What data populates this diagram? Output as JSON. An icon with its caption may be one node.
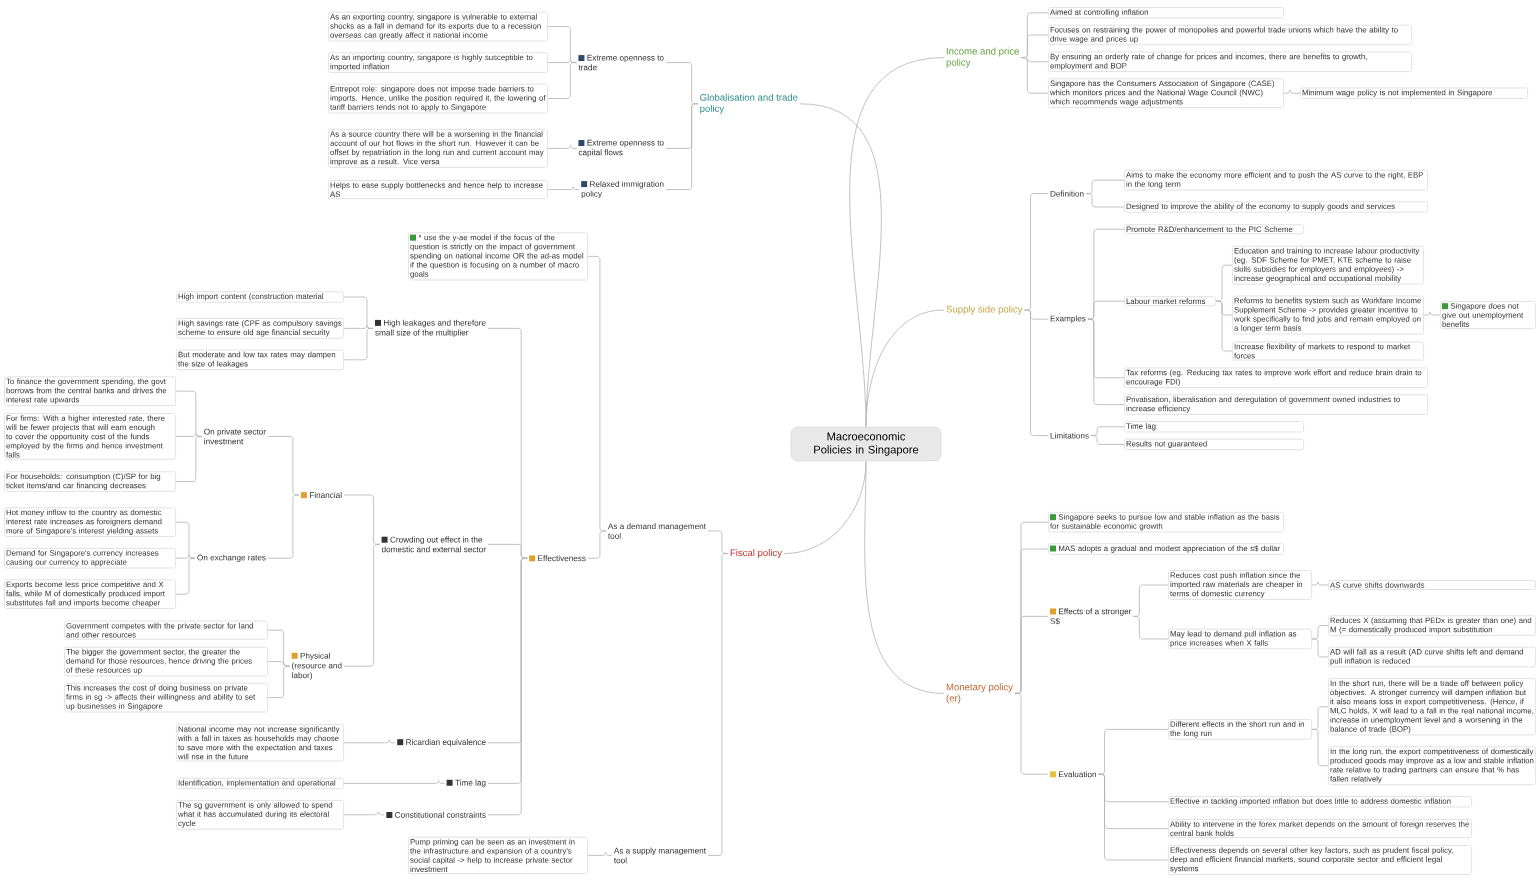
{
  "diagram": {
    "nodes": [
      {
        "text": [
          "Macroeconomic Policies in Singapore"
        ]
      },
      {
        "text": [
          "Globalisation and trade policy"
        ]
      },
      {
        "text": [
          "Extreme openness to trade"
        ]
      },
      {
        "text": [
          "As an exporting country, singapore is vulnerable to external shocks as a fall in demand for its exports due to a recession overseas can greatly affect it national income"
        ]
      },
      {
        "text": [
          "As an importing country, singapore is highly susceptible to imported inflation"
        ]
      },
      {
        "text": [
          "Entrepot role: singapore does not impose trade barriers to imports. Hence, unlike the position required it, the lowering of tariff barriers tends not to apply to Singapore"
        ]
      },
      {
        "text": [
          "Extreme openness to capital flows"
        ]
      },
      {
        "text": [
          "As a source country there will be a worsening in the financial account of our hot flows in the short run. However it can be offset by repatriation in the long run and current account may improve as a result. Vice versa"
        ]
      },
      {
        "text": [
          "Relaxed immigration policy"
        ]
      },
      {
        "text": [
          "Helps to ease supply bottlenecks and hence help to increase AS"
        ]
      },
      {
        "text": [
          "Income and price policy"
        ]
      },
      {
        "text": [
          "Aimed at controlling inflation"
        ]
      },
      {
        "text": [
          "Focuses on restraining the power of monopolies and powerful trade unions which have the ability to drive wage and prices up"
        ]
      },
      {
        "text": [
          "By ensuring an orderly rate of change for prices and incomes, there are benefits to growth, employment and BOP"
        ]
      },
      {
        "text": [
          "Singapore has the Consumers Association of Singapore (CASE) which monitors prices and the National Wage Council (NWC) which recommends wage adjustments"
        ]
      },
      {
        "text": [
          "Minimum wage policy is not implemented in Singapore"
        ]
      },
      {
        "text": [
          "Supply side policy"
        ]
      },
      {
        "text": [
          "Definition"
        ]
      },
      {
        "text": [
          "Aims to make the economy more efficient and to push the AS curve to the right, EBP in the long term"
        ]
      },
      {
        "text": [
          "Designed to improve the ability of the economy to supply goods and services"
        ]
      },
      {
        "text": [
          "Examples"
        ]
      },
      {
        "text": [
          "Promote R&D/enhancement to the PIC Scheme"
        ]
      },
      {
        "text": [
          "Labour market reforms"
        ]
      },
      {
        "text": [
          "Education and training to increase labour productivity (eg. SDF Scheme for PMET, KTE scheme to raise skills subsidies for employers and employees) -> increase geographical and occupational mobility"
        ]
      },
      {
        "text": [
          "Reforms to benefits system such as Workfare Income Supplement Scheme -> provides greater incentive to work specifically to find jobs and remain employed on a longer term basis"
        ]
      },
      {
        "text": [
          "Singapore does not give out unemployment benefits"
        ]
      },
      {
        "text": [
          "Increase flexibility of markets to respond to market forces"
        ]
      },
      {
        "text": [
          "Tax reforms (eg. Reducing tax rates to improve work effort and reduce brain drain to encourage FDI)"
        ]
      },
      {
        "text": [
          "Privatisation, liberalisation and deregulation of government owned industries to increase efficiency"
        ]
      },
      {
        "text": [
          "Limitations"
        ]
      },
      {
        "text": [
          "Time lag"
        ]
      },
      {
        "text": [
          "Results not guaranteed"
        ]
      },
      {
        "text": [
          "Monetary policy (er)"
        ]
      },
      {
        "text": [
          "Singapore seeks to pursue low and stable inflation as the basis for sustainable economic growth"
        ]
      },
      {
        "text": [
          "MAS adopts a gradual and modest appreciation of the s$ dollar"
        ]
      },
      {
        "text": [
          "Effects of a stronger S$"
        ]
      },
      {
        "text": [
          "Reduces cost push inflation since the imported raw materials are cheaper in terms of domestic currency"
        ]
      },
      {
        "text": [
          "AS curve shifts downwards"
        ]
      },
      {
        "text": [
          "May lead to demand pull inflation as price increases when X falls"
        ]
      },
      {
        "text": [
          "Reduces X (assuming that PEDx is greater than one) and M (= domestically produced import substitution"
        ]
      },
      {
        "text": [
          "AD will fall as a result (AD curve shifts left and demand pull inflation is reduced"
        ]
      },
      {
        "text": [
          "Evaluation"
        ]
      },
      {
        "text": [
          "Different effects in the short run and in the long run"
        ]
      },
      {
        "text": [
          "In the short run, there will be a trade off between policy objectives. A stronger currency will dampen inflation but it also means loss in export competitiveness. (Hence, if MLC holds, X will lead to a fall in the real national income, increase in unemployment level and a worsening in the balance of trade (BOP)"
        ]
      },
      {
        "text": [
          "In the long run, the export competitiveness of domestically produced goods may improve as a low and stable inflation rate relative to trading partners can ensure that % has fallen relatively"
        ]
      },
      {
        "text": [
          "Effective in tackling imported inflation but does little to address domestic inflation"
        ]
      },
      {
        "text": [
          "Ability to intervene in the forex market depends on the amount of foreign reserves the central bank holds"
        ]
      },
      {
        "text": [
          "Effectiveness depends on several other key factors, such as prudent fiscal policy, deep and efficient financial markets, sound corporate sector and efficient legal systems"
        ]
      },
      {
        "text": [
          "Fiscal policy"
        ]
      },
      {
        "text": [
          "As a demand management tool"
        ]
      },
      {
        "text": [
          "* use the y-ae model if the focus of the question is strictly on the impact of government spending on national income OR the ad-as model if the question is focusing on a number of macro goals"
        ]
      },
      {
        "text": [
          "Effectiveness"
        ]
      },
      {
        "text": [
          "High leakages and therefore small size of the multiplier"
        ]
      },
      {
        "text": [
          "High import content (construction material"
        ]
      },
      {
        "text": [
          "High savings rate (CPF as compulsory savings scheme to ensure old age financial security"
        ]
      },
      {
        "text": [
          "But moderate and low tax rates may dampen the size of leakages"
        ]
      },
      {
        "text": [
          "Crowding out effect in the domestic and external sector"
        ]
      },
      {
        "text": [
          "Financial"
        ]
      },
      {
        "text": [
          "On private sector investment"
        ]
      },
      {
        "text": [
          "To finance the government spending, the govt borrows from the central banks and drives the interest rate upwards"
        ]
      },
      {
        "text": [
          "For firms: With a higher interested rate, there will be fewer projects that will earn enough to cover the opportunity cost of the funds employed by the firms and hence investment falls"
        ]
      },
      {
        "text": [
          "For households: consumption (C)/SP for big ticket items/and car financing decreases"
        ]
      },
      {
        "text": [
          "On exchange rates"
        ]
      },
      {
        "text": [
          "Hot money inflow to the country as domestic interest rate increases as foreigners demand more of Singapore's interest yielding assets"
        ]
      },
      {
        "text": [
          "Demand for Singapore's currency increases causing our currency to appreciate"
        ]
      },
      {
        "text": [
          "Exports become less price competitive and X falls, while M of domestically produced import substitutes fall and imports become cheaper"
        ]
      },
      {
        "text": [
          "Physical (resource and labor)"
        ]
      },
      {
        "text": [
          "Government competes with the private sector for land and other resources"
        ]
      },
      {
        "text": [
          "The bigger the government sector, the greater the demand for those resources, hence driving the prices of these resources up"
        ]
      },
      {
        "text": [
          "This increases the cost of doing business on private firms in sg -> affects their willingness and ability to set up businesses in Singapore"
        ]
      },
      {
        "text": [
          "Ricardian equivalence"
        ]
      },
      {
        "text": [
          "National income may not increase significantly with a fall in taxes as households may choose to save more with the expectation and taxes will rise in the future"
        ]
      },
      {
        "text": [
          "Time lag"
        ]
      },
      {
        "text": [
          "Identification, implementation and operational"
        ]
      },
      {
        "text": [
          "Constitutional constraints"
        ]
      },
      {
        "text": [
          "The sg government is only allowed to spend what it has accumulated during its electoral cycle"
        ]
      },
      {
        "text": [
          "As a supply management tool"
        ]
      },
      {
        "text": [
          "Pump priming can be seen as an investment in the infrastructure and expansion of a country's social capital -> help to increase private sector investment"
        ]
      }
    ],
    "edges": [
      {
        "from": 0,
        "to": 1,
        "arrow": "none"
      },
      {
        "from": 0,
        "to": 10,
        "arrow": "none"
      },
      {
        "from": 0,
        "to": 16,
        "arrow": "none"
      },
      {
        "from": 0,
        "to": 32,
        "arrow": "none"
      },
      {
        "from": 0,
        "to": 48,
        "arrow": "none"
      },
      {
        "from": 1,
        "to": 2,
        "arrow": "none"
      },
      {
        "from": 1,
        "to": 6,
        "arrow": "none"
      },
      {
        "from": 1,
        "to": 8,
        "arrow": "none"
      },
      {
        "from": 2,
        "to": 3,
        "arrow": "none"
      },
      {
        "from": 2,
        "to": 4,
        "arrow": "none"
      },
      {
        "from": 2,
        "to": 5,
        "arrow": "none"
      },
      {
        "from": 6,
        "to": 7,
        "arrow": "none"
      },
      {
        "from": 8,
        "to": 9,
        "arrow": "none"
      },
      {
        "from": 10,
        "to": 11,
        "arrow": "none"
      },
      {
        "from": 10,
        "to": 12,
        "arrow": "none"
      },
      {
        "from": 10,
        "to": 13,
        "arrow": "none"
      },
      {
        "from": 10,
        "to": 14,
        "arrow": "none"
      },
      {
        "from": 14,
        "to": 15,
        "arrow": "none"
      },
      {
        "from": 16,
        "to": 17,
        "arrow": "none"
      },
      {
        "from": 16,
        "to": 20,
        "arrow": "none"
      },
      {
        "from": 16,
        "to": 29,
        "arrow": "none"
      },
      {
        "from": 17,
        "to": 18,
        "arrow": "none"
      },
      {
        "from": 17,
        "to": 19,
        "arrow": "none"
      },
      {
        "from": 20,
        "to": 21,
        "arrow": "none"
      },
      {
        "from": 20,
        "to": 22,
        "arrow": "none"
      },
      {
        "from": 20,
        "to": 27,
        "arrow": "none"
      },
      {
        "from": 20,
        "to": 28,
        "arrow": "none"
      },
      {
        "from": 22,
        "to": 23,
        "arrow": "none"
      },
      {
        "from": 22,
        "to": 24,
        "arrow": "none"
      },
      {
        "from": 22,
        "to": 26,
        "arrow": "none"
      },
      {
        "from": 24,
        "to": 25,
        "arrow": "none"
      },
      {
        "from": 29,
        "to": 30,
        "arrow": "none"
      },
      {
        "from": 29,
        "to": 31,
        "arrow": "none"
      },
      {
        "from": 32,
        "to": 33,
        "arrow": "none"
      },
      {
        "from": 32,
        "to": 34,
        "arrow": "none"
      },
      {
        "from": 32,
        "to": 35,
        "arrow": "none"
      },
      {
        "from": 32,
        "to": 41,
        "arrow": "none"
      },
      {
        "from": 35,
        "to": 36,
        "arrow": "none"
      },
      {
        "from": 35,
        "to": 38,
        "arrow": "none"
      },
      {
        "from": 36,
        "to": 37,
        "arrow": "none"
      },
      {
        "from": 38,
        "to": 39,
        "arrow": "none"
      },
      {
        "from": 38,
        "to": 40,
        "arrow": "none"
      },
      {
        "from": 41,
        "to": 42,
        "arrow": "none"
      },
      {
        "from": 41,
        "to": 45,
        "arrow": "none"
      },
      {
        "from": 41,
        "to": 46,
        "arrow": "none"
      },
      {
        "from": 41,
        "to": 47,
        "arrow": "none"
      },
      {
        "from": 42,
        "to": 43,
        "arrow": "none"
      },
      {
        "from": 42,
        "to": 44,
        "arrow": "none"
      },
      {
        "from": 48,
        "to": 49,
        "arrow": "none"
      },
      {
        "from": 48,
        "to": 76,
        "arrow": "none"
      },
      {
        "from": 49,
        "to": 50,
        "arrow": "none"
      },
      {
        "from": 49,
        "to": 51,
        "arrow": "none"
      },
      {
        "from": 51,
        "to": 52,
        "arrow": "none"
      },
      {
        "from": 51,
        "to": 56,
        "arrow": "none"
      },
      {
        "from": 51,
        "to": 70,
        "arrow": "none"
      },
      {
        "from": 51,
        "to": 72,
        "arrow": "none"
      },
      {
        "from": 51,
        "to": 74,
        "arrow": "none"
      },
      {
        "from": 52,
        "to": 53,
        "arrow": "none"
      },
      {
        "from": 52,
        "to": 54,
        "arrow": "none"
      },
      {
        "from": 52,
        "to": 55,
        "arrow": "none"
      },
      {
        "from": 56,
        "to": 57,
        "arrow": "none"
      },
      {
        "from": 56,
        "to": 66,
        "arrow": "none"
      },
      {
        "from": 57,
        "to": 58,
        "arrow": "none"
      },
      {
        "from": 57,
        "to": 62,
        "arrow": "none"
      },
      {
        "from": 58,
        "to": 59,
        "arrow": "none"
      },
      {
        "from": 58,
        "to": 60,
        "arrow": "none"
      },
      {
        "from": 58,
        "to": 61,
        "arrow": "none"
      },
      {
        "from": 62,
        "to": 63,
        "arrow": "none"
      },
      {
        "from": 62,
        "to": 64,
        "arrow": "none"
      },
      {
        "from": 62,
        "to": 65,
        "arrow": "none"
      },
      {
        "from": 66,
        "to": 67,
        "arrow": "none"
      },
      {
        "from": 66,
        "to": 68,
        "arrow": "none"
      },
      {
        "from": 66,
        "to": 69,
        "arrow": "none"
      },
      {
        "from": 70,
        "to": 71,
        "arrow": "none"
      },
      {
        "from": 72,
        "to": 73,
        "arrow": "none"
      },
      {
        "from": 74,
        "to": 75,
        "arrow": "none"
      },
      {
        "from": 76,
        "to": 77,
        "arrow": "none"
      }
    ]
  }
}
